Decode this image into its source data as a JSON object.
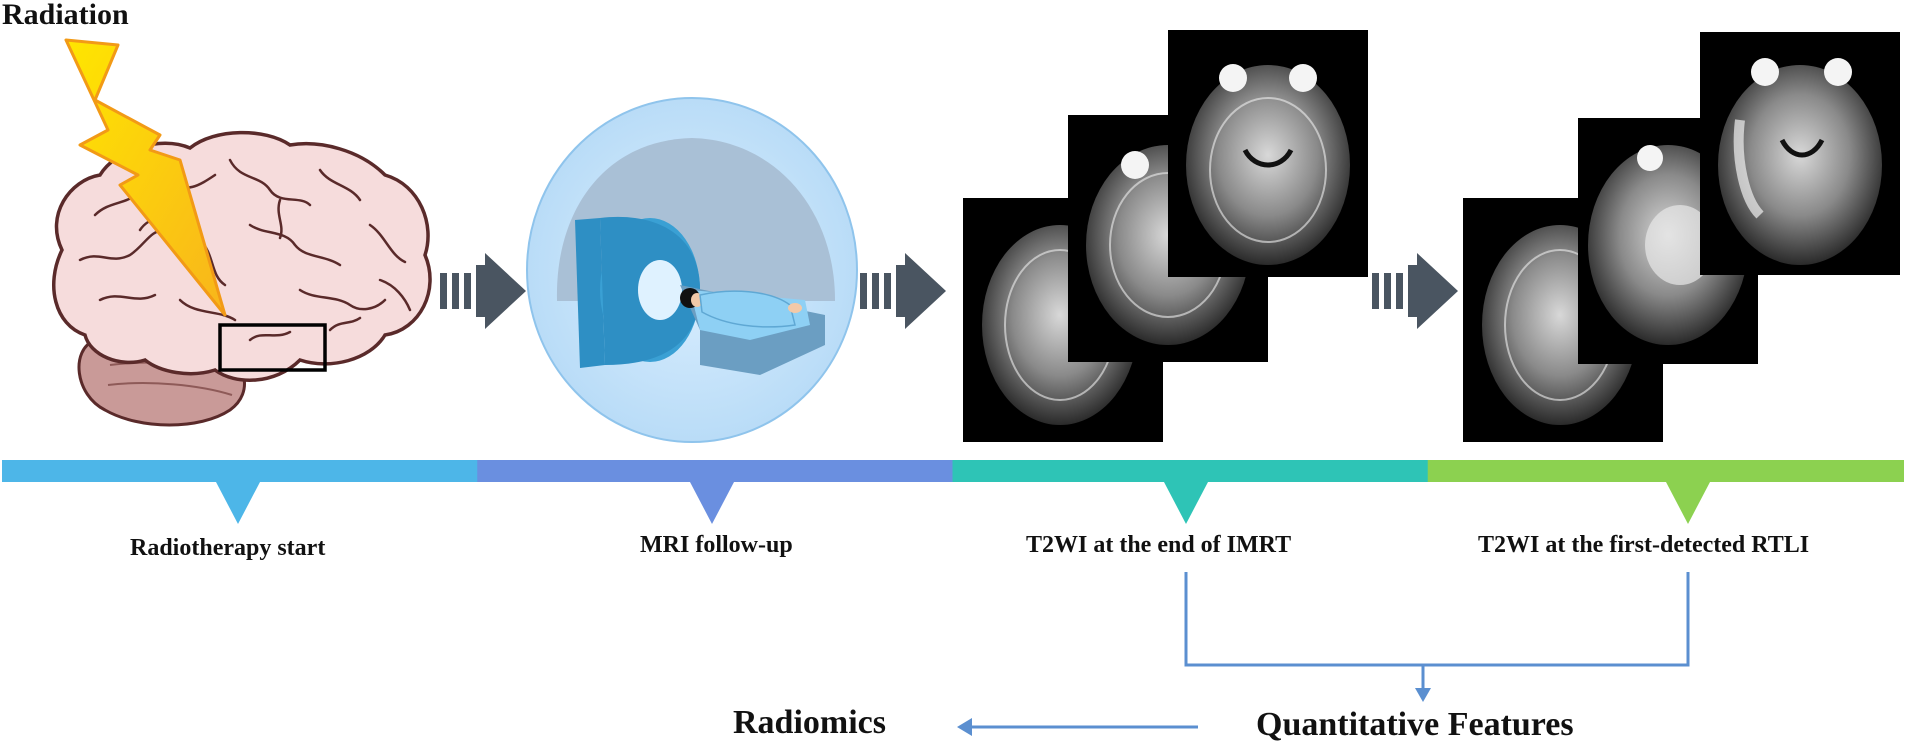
{
  "diagram": {
    "title_label": "Radiation",
    "stages": [
      {
        "label": "Radiotherapy start",
        "color": "#4db6e8"
      },
      {
        "label": "MRI follow-up",
        "color": "#6a8fe0"
      },
      {
        "label": "T2WI at the end of IMRT",
        "color": "#2ec4b6"
      },
      {
        "label": "T2WI at the first-detected RTLI",
        "color": "#8cd150"
      }
    ],
    "features_label": "Quantitative Features",
    "radiomics_label": "Radiomics",
    "colors": {
      "arrow_dark": "#4a5561",
      "flow_line": "#5b8fd0",
      "brain_fill": "#f6dcdc",
      "brain_outline": "#5a2a2a",
      "cerebellum": "#c99a98",
      "bolt_outer": "#f6a21c",
      "bolt_inner": "#ffe600",
      "mri_bg": "#c9e4fa",
      "mri_scanner": "#2e8fc4"
    },
    "icons": [
      "lightning-bolt-icon",
      "brain-icon",
      "mri-scanner-icon",
      "triple-arrow-icon"
    ]
  }
}
